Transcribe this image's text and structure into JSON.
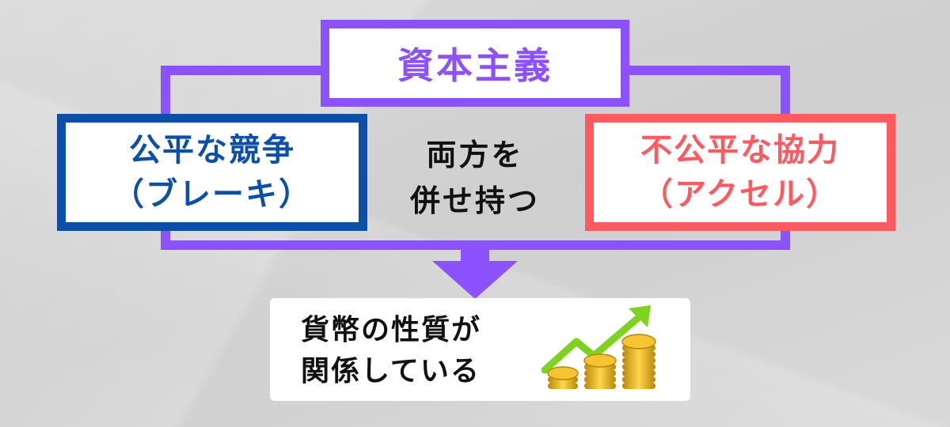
{
  "diagram": {
    "title": "資本主義",
    "left_box": {
      "line1": "公平な競争",
      "line2": "（ブレーキ）"
    },
    "center_text": {
      "line1": "両方を",
      "line2": "併せ持つ"
    },
    "right_box": {
      "line1": "不公平な協力",
      "line2": "（アクセル）"
    },
    "result": {
      "line1": "貨幣の性質が",
      "line2": "関係している"
    },
    "icons": [
      "down-arrow-icon",
      "rising-coins-icon"
    ]
  },
  "colors": {
    "accent_purple": "#8c52ff",
    "blue": "#0b4fa8",
    "red": "#ff5a5f",
    "green": "#7ed321",
    "gold": "#e8b428"
  }
}
